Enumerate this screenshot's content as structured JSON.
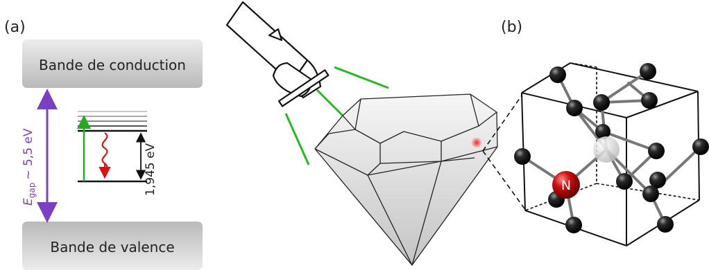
{
  "panels": {
    "a_label": "(a)",
    "b_label": "(b)"
  },
  "bands": {
    "conduction": "Bande de conduction",
    "valence": "Bande de valence"
  },
  "gap": {
    "symbol": "E",
    "subscript": "gap",
    "approx": "~ 5,5 eV"
  },
  "transition": {
    "energy": "1,945 eV"
  },
  "lattice": {
    "nitrogen_label": "N"
  },
  "colors": {
    "gap_arrow": "#7b3fc4",
    "excitation": "#22aa22",
    "emission": "#dd1111",
    "light_beam": "#22bb22",
    "nitrogen": "#cc1111",
    "carbon": "#111111",
    "vacancy": "#dddddd",
    "band": "#d0d0d0"
  }
}
